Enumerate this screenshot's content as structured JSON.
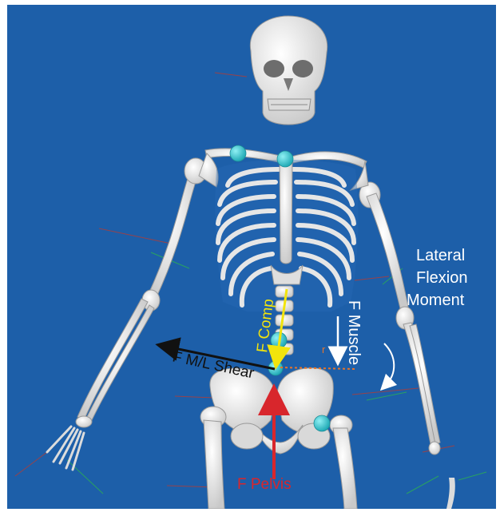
{
  "labels": {
    "moment_line1": "Lateral",
    "moment_line2": "Flexion",
    "moment_line3": "Moment",
    "f_muscle": "F Muscle",
    "f_comp": "F Comp",
    "f_shear": "F M/L Shear",
    "f_pelvis": "F Pelvis",
    "r_marker": "r"
  },
  "colors": {
    "background": "#1d5fa9",
    "bone": "#ececec",
    "joint": "#3ec9d3",
    "comp_arrow": "#f2e40c",
    "shear_arrow": "#111111",
    "pelvis_arrow": "#d8262c",
    "muscle_arrow": "#ffffff",
    "moment_arc": "#ffffff",
    "r_dotted": "#e8742a"
  }
}
